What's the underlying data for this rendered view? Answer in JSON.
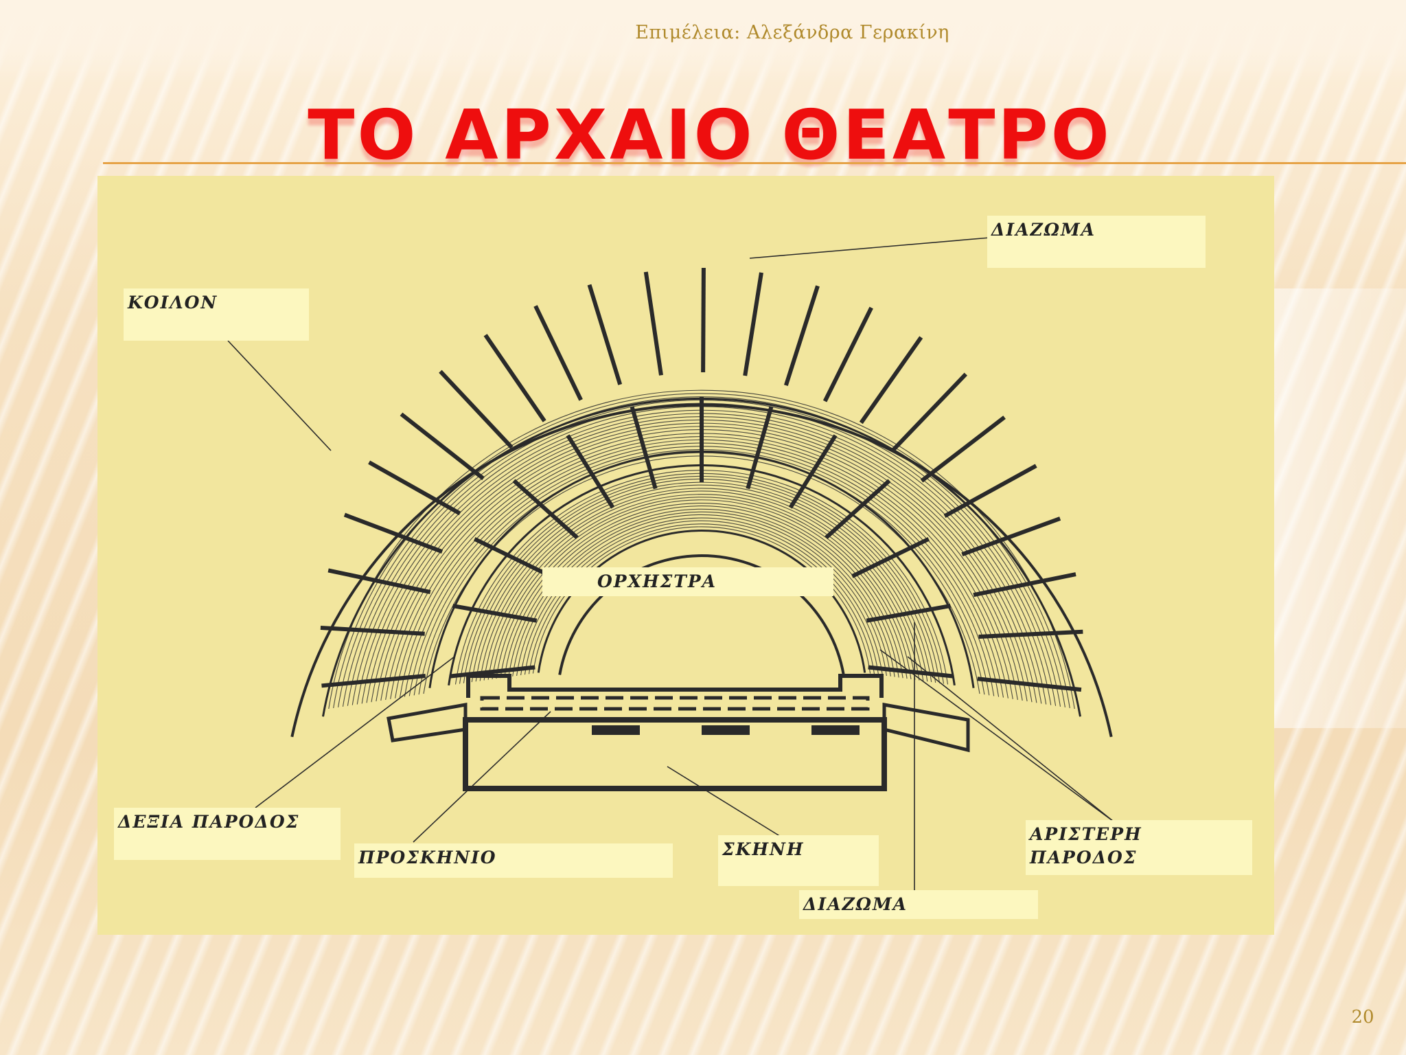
{
  "slide": {
    "credit": "Επιμέλεια: Αλεξάνδρα Γερακίνη",
    "title": "ΤΟ ΑΡΧΑΙΟ ΘΕΑΤΡΟ",
    "page_number": "20"
  },
  "diagram": {
    "labels": {
      "koilon": "ΚΟΙΛΟΝ",
      "diazoma_top": "ΔΙΑΖΩΜΑ",
      "orchestra": "ΟΡΧΗΣΤΡΑ",
      "dexia_parodos": "ΔΕΞΙΑ ΠΑΡΟΔΟΣ",
      "proskinio": "ΠΡΟΣΚΗΝΙΟ",
      "skini": "ΣΚΗΝΗ",
      "diazoma_bottom": "ΔΙΑΖΩΜΑ",
      "aristeri_parodos": "ΑΡΙΣΤΕΡΗ\nΠΑΡΟΔΟΣ"
    },
    "colors": {
      "paper": "#f2e69e",
      "label_fill": "#fcf7bf",
      "ink": "#2a2a2a"
    }
  }
}
